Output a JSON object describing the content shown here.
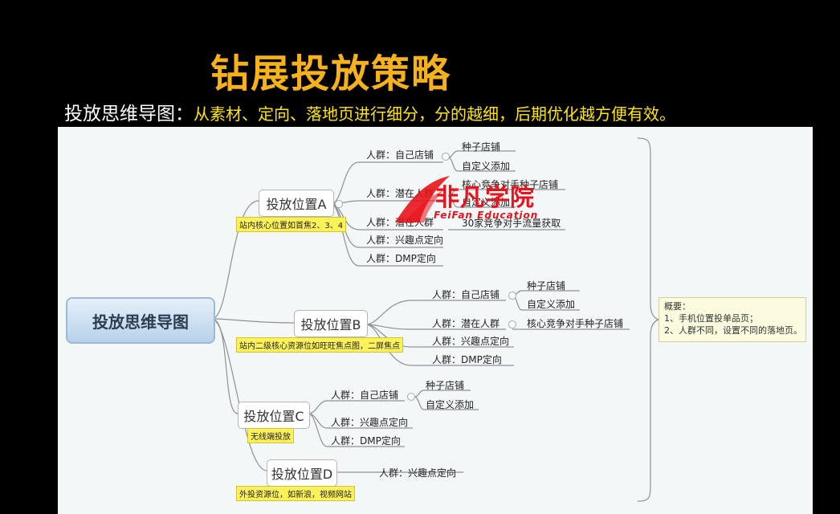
{
  "title": "钻展投放策略",
  "subtitle": {
    "lead": "投放思维导图：",
    "rest": "从素材、定向、落地页进行细分，分的越细，后期优化越方便有效。"
  },
  "root": "投放思维导图",
  "positions": {
    "a": {
      "label": "投放位置A",
      "note": "站内核心位置如首焦2、3、4",
      "branches": [
        "人群：自己店铺",
        "人群：潜在人群",
        "人群：潜在人群",
        "人群：兴趣点定向",
        "人群：DMP定向"
      ],
      "leaves": [
        "种子店铺",
        "自定义添加",
        "核心竞争对手种子店铺",
        "自定义添加",
        "30家竞争对手流量获取"
      ]
    },
    "b": {
      "label": "投放位置B",
      "note": "站内二级核心资源位如旺旺焦点图，二屏焦点",
      "branches": [
        "人群：自己店铺",
        "人群：潜在人群",
        "人群：兴趣点定向",
        "人群：DMP定向"
      ],
      "leaves": [
        "种子店铺",
        "自定义添加",
        "核心竞争对手种子店铺"
      ]
    },
    "c": {
      "label": "投放位置C",
      "note": "无线端投放",
      "branches": [
        "人群：自己店铺",
        "人群：兴趣点定向",
        "人群：DMP定向"
      ],
      "leaves": [
        "种子店铺",
        "自定义添加"
      ]
    },
    "d": {
      "label": "投放位置D",
      "note": "外投资源位，如新浪，视频网站",
      "branches": [
        "人群：兴趣点定向"
      ]
    }
  },
  "summary": {
    "heading": "概要：",
    "line1": "1、手机位置投单品页；",
    "line2": "2、人群不同，设置不同的落地页。"
  },
  "watermark": {
    "name": "非凡学院",
    "sub": "FeiFan Education"
  },
  "colors": {
    "title": "#f5b21a",
    "subtitle_rest": "#ffe600",
    "note_bg": "#fdf25a",
    "watermark": "#e8131b",
    "line": "#8a9299"
  }
}
